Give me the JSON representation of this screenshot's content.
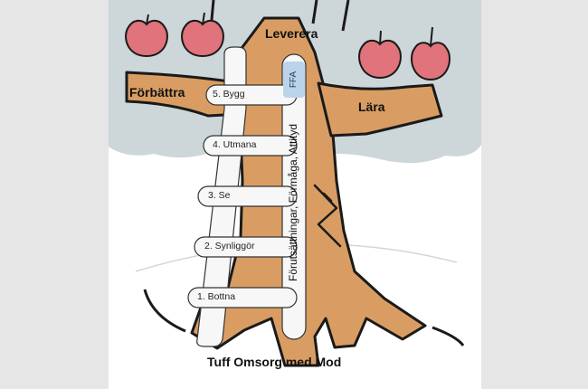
{
  "title": "Tuff Omsorg med Mod",
  "branches": {
    "left": "Förbättra",
    "top": "Leverera",
    "right": "Lära"
  },
  "ladder": {
    "rail_label": "Förutsättningar, Förmåga, Attityd",
    "rail_tag": "FFA",
    "steps": [
      "5. Bygg",
      "4. Utmana",
      "3. Se",
      "2. Synliggör",
      "1. Bottna"
    ]
  },
  "icons": [
    "apple-icon",
    "apple-icon",
    "apple-icon",
    "apple-icon",
    "crack-icon"
  ],
  "colors": {
    "background": "#e6e6e6",
    "canopy": "#cdd6d9",
    "ground": "#ffffff",
    "trunk": "#d99d63",
    "outline": "#1a1a1a",
    "apple": "#e0737b",
    "ladder": "#f7f7f7"
  }
}
